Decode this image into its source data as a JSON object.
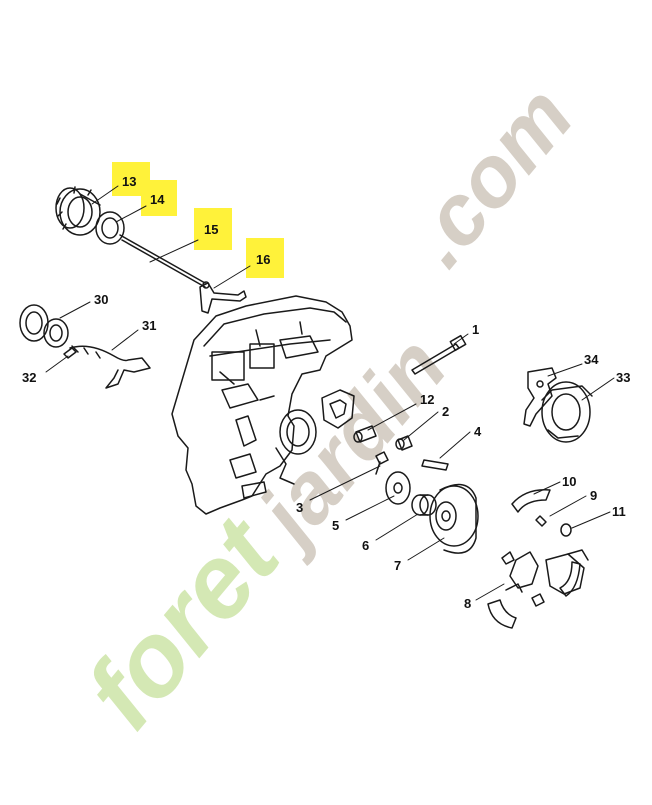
{
  "watermark": {
    "part1": "foret",
    "part2": "jardin",
    "part3": ".com",
    "colors": {
      "green": "#d4e8b4",
      "orange": "#f3ceac",
      "gray": "#d6cfc6"
    }
  },
  "highlight_color": "#fff23a",
  "callouts": {
    "c1": "1",
    "c2": "2",
    "c3": "3",
    "c4": "4",
    "c5": "5",
    "c6": "6",
    "c7": "7",
    "c8": "8",
    "c9": "9",
    "c10": "10",
    "c11": "11",
    "c12": "12",
    "c13": "13",
    "c14": "14",
    "c15": "15",
    "c16": "16",
    "c30": "30",
    "c31": "31",
    "c32": "32",
    "c33": "33",
    "c34": "34"
  }
}
